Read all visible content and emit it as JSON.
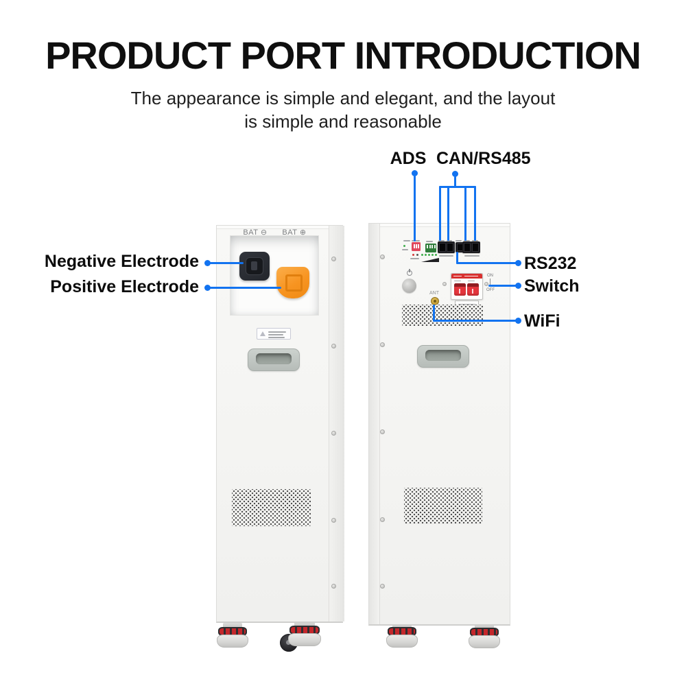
{
  "header": {
    "title": "PRODUCT PORT INTRODUCTION",
    "subtitle_line1": "The appearance is simple and elegant, and the layout",
    "subtitle_line2": "is simple and reasonable"
  },
  "callouts": {
    "ads": "ADS",
    "can_rs485": "CAN/RS485",
    "rs232": "RS232",
    "switch": "Switch",
    "wifi": "WiFi",
    "negative_electrode": "Negative Electrode",
    "positive_electrode": "Positive Electrode"
  },
  "left_cabinet": {
    "bat_minus": "BAT ⊖",
    "bat_plus": "BAT ⊕"
  },
  "right_cabinet": {
    "ant": "ANT",
    "breaker_on": "ON",
    "breaker_off": "OFF"
  },
  "icons": {
    "power": "power-icon",
    "warning": "warning-triangle-icon"
  },
  "colors": {
    "annotation_blue": "#1273F0",
    "positive_orange": "#F79421",
    "negative_black": "#23262C",
    "breaker_red": "#D8302F",
    "foot_red": "#C4272B",
    "background": "#FFFFFF"
  }
}
